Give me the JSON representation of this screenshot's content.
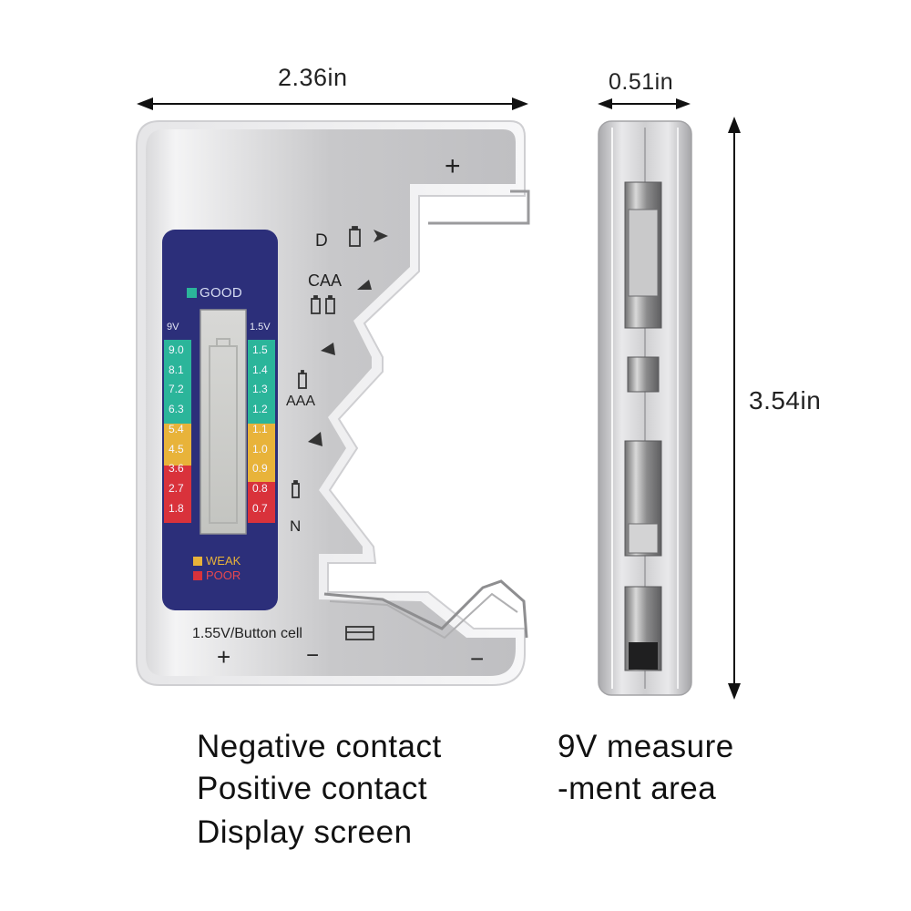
{
  "dimensions": {
    "width": "2.36in",
    "depth": "0.51in",
    "height": "3.54in"
  },
  "front": {
    "plus_top": "+",
    "slots": {
      "d": "D",
      "caa": "CAA",
      "aaa": "AAA",
      "n": "N"
    },
    "legend": {
      "good": "GOOD",
      "weak": "WEAK",
      "poor": "POOR"
    },
    "scale_headers": {
      "left": "9V",
      "right": "1.5V"
    },
    "scale_9v": [
      "9.0",
      "8.1",
      "7.2",
      "6.3",
      "5.4",
      "4.5",
      "3.6",
      "2.7",
      "1.8"
    ],
    "scale_1v5": [
      "1.5",
      "1.4",
      "1.3",
      "1.2",
      "1.1",
      "1.0",
      "0.9",
      "0.8",
      "0.7"
    ],
    "button_cell_label": "1.55V/Button cell",
    "terminal_plus": "+",
    "terminal_minus_left": "−",
    "terminal_minus_right": "−"
  },
  "colors": {
    "good": "#2bb59a",
    "weak": "#e8b33a",
    "poor": "#d9323b",
    "panel": "#2c2f7a",
    "body_silver": "#c4c4c6"
  },
  "captions": {
    "left": [
      "Negative contact",
      "Positive contact",
      "Display screen"
    ],
    "right": [
      "9V measure",
      "-ment area"
    ]
  }
}
